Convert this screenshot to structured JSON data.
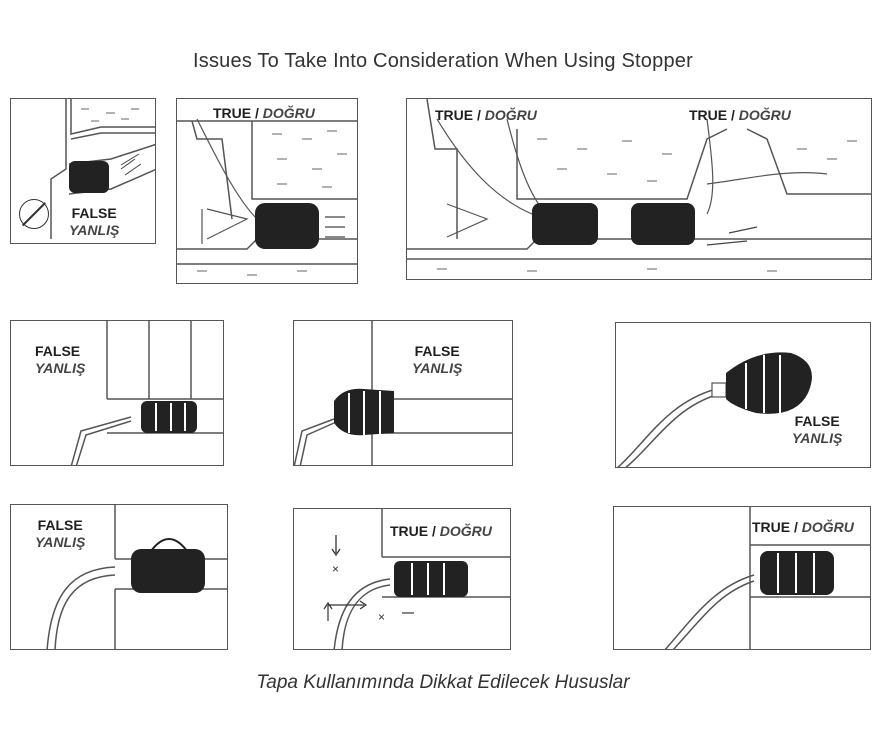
{
  "title": "Issues To Take Into Consideration When Using Stopper",
  "subtitle": "Tapa Kullanımında Dikkat Edilecek Hususlar",
  "labels": {
    "false_en": "FALSE",
    "false_tr": "YANLIŞ",
    "true_en": "TRUE",
    "true_tr": "DOĞRU",
    "separator": " / "
  },
  "colors": {
    "stopper": "#222222",
    "line": "#555555"
  }
}
